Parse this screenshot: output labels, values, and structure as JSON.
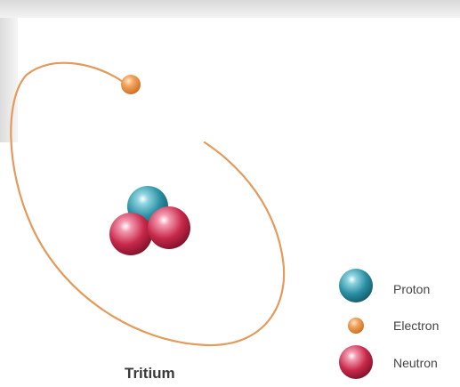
{
  "diagram": {
    "title": "Tritium",
    "colors": {
      "proton": "#2a8fa3",
      "electron": "#e58a3a",
      "neutron": "#c8284a",
      "orbit": "#e39a5a"
    }
  },
  "legend": {
    "items": [
      {
        "label": "Proton",
        "icon": "proton-sphere"
      },
      {
        "label": "Electron",
        "icon": "electron-sphere"
      },
      {
        "label": "Neutron",
        "icon": "neutron-sphere"
      }
    ]
  }
}
